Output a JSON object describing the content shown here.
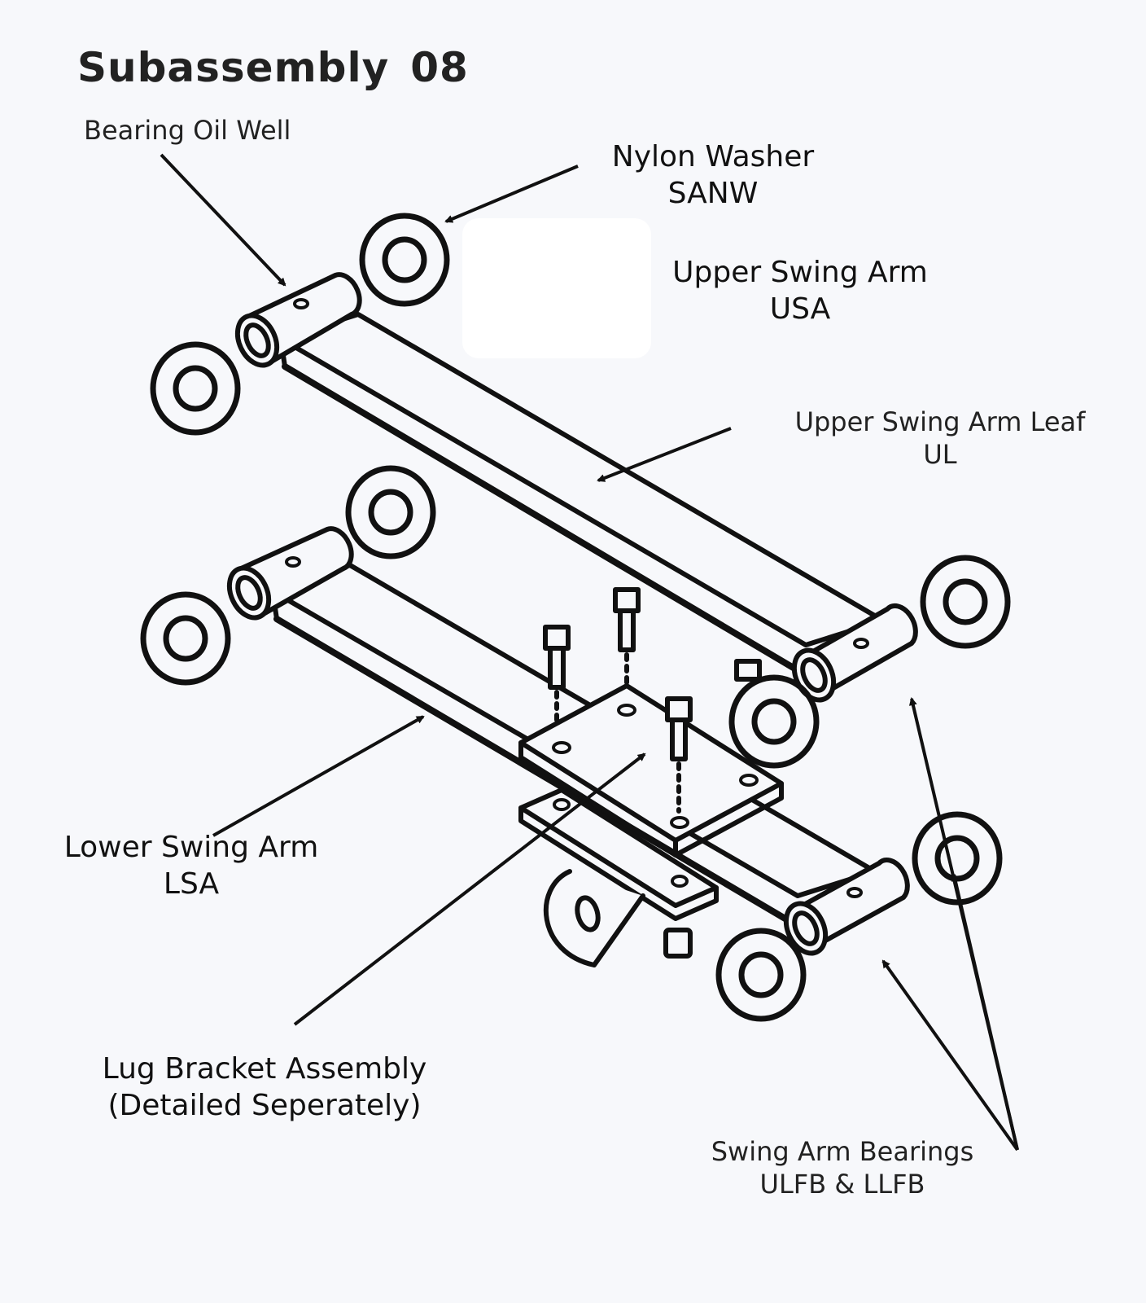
{
  "title": {
    "text": "Subassembly",
    "number": "08"
  },
  "labels": {
    "bearing_oil_well": "Bearing Oil Well",
    "nylon_washer": {
      "name": "Nylon Washer",
      "code": "SANW"
    },
    "upper_swing_arm": {
      "name": "Upper Swing Arm",
      "code": "USA"
    },
    "upper_swing_arm_leaf": {
      "name": "Upper Swing Arm Leaf",
      "code": "UL"
    },
    "lower_swing_arm": {
      "name": "Lower Swing Arm",
      "code": "LSA"
    },
    "lug_bracket_assembly": {
      "name": "Lug Bracket Assembly",
      "note": "(Detailed Seperately)"
    },
    "swing_arm_bearings": {
      "name": "Swing Arm Bearings",
      "code": "ULFB & LLFB"
    }
  }
}
